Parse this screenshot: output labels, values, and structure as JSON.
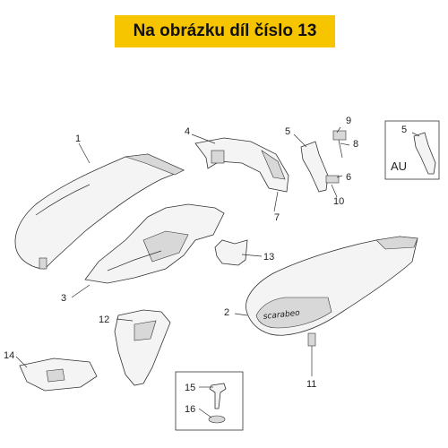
{
  "banner": {
    "text": "Na obrázku díl číslo 13"
  },
  "callouts": {
    "c1": "1",
    "c2": "2",
    "c3": "3",
    "c4": "4",
    "c5": "5",
    "c5b": "5",
    "c6": "6",
    "c7": "7",
    "c8": "8",
    "c9": "9",
    "c10": "10",
    "c11": "11",
    "c12": "12",
    "c13": "13",
    "c14": "14",
    "c15": "15",
    "c16": "16"
  },
  "inset": {
    "label": "AU"
  },
  "brand_text": "scarabeo"
}
